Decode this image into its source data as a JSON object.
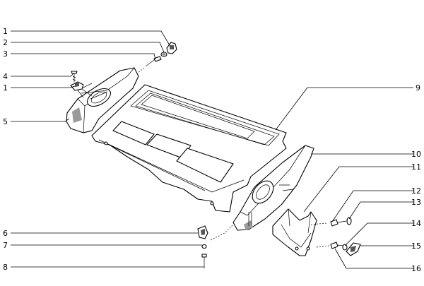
{
  "callouts": [
    {
      "id": "c1a",
      "label": "1"
    },
    {
      "id": "c2",
      "label": "2"
    },
    {
      "id": "c3",
      "label": "3"
    },
    {
      "id": "c4",
      "label": "4"
    },
    {
      "id": "c1b",
      "label": "1"
    },
    {
      "id": "c5",
      "label": "5"
    },
    {
      "id": "c6",
      "label": "6"
    },
    {
      "id": "c7",
      "label": "7"
    },
    {
      "id": "c8",
      "label": "8"
    },
    {
      "id": "c9",
      "label": "9"
    },
    {
      "id": "c10",
      "label": "10"
    },
    {
      "id": "c11",
      "label": "11"
    },
    {
      "id": "c12",
      "label": "12"
    },
    {
      "id": "c13",
      "label": "13"
    },
    {
      "id": "c14",
      "label": "14"
    },
    {
      "id": "c15",
      "label": "15"
    },
    {
      "id": "c16",
      "label": "16"
    }
  ]
}
